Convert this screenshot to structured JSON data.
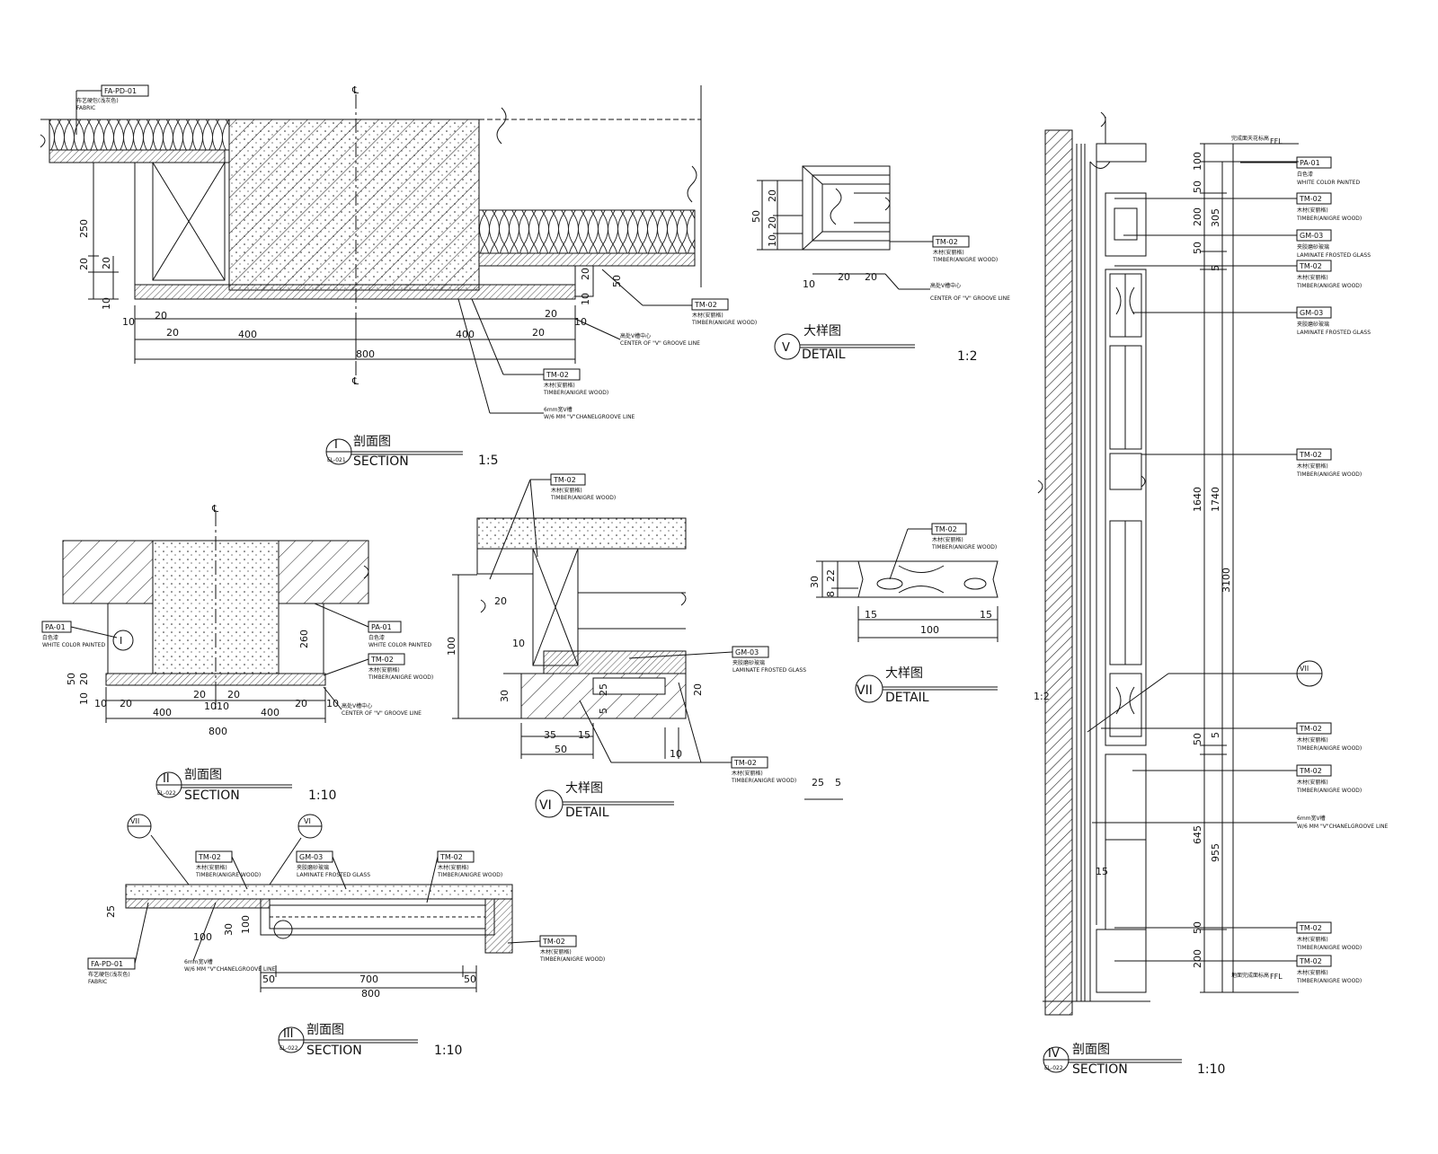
{
  "titles": {
    "s1": {
      "roman": "I",
      "ref": "EL-021",
      "cn": "剖面图",
      "en": "SECTION",
      "scale": "1:5"
    },
    "s2": {
      "roman": "II",
      "ref": "EL-022",
      "cn": "剖面图",
      "en": "SECTION",
      "scale": "1:10"
    },
    "s3": {
      "roman": "III",
      "ref": "EL-022",
      "cn": "剖面图",
      "en": "SECTION",
      "scale": "1:10"
    },
    "s4": {
      "roman": "IV",
      "ref": "EL-022",
      "cn": "剖面图",
      "en": "SECTION",
      "scale": "1:10"
    },
    "d5": {
      "roman": "V",
      "cn": "大样图",
      "en": "DETAIL",
      "scale": "1:2"
    },
    "d6": {
      "roman": "VI",
      "cn": "大样图",
      "en": "DETAIL"
    },
    "d7": {
      "roman": "VII",
      "cn": "大样图",
      "en": "DETAIL"
    }
  },
  "tags": {
    "fapd": "FA-PD-01",
    "tm": "TM-02",
    "pa": "PA-01",
    "gm": "GM-03"
  },
  "notes": {
    "fabric_cn": "布艺硬包(浅灰色)",
    "fabric_en": "FABRIC",
    "timber_cn": "木材(安丽格)",
    "timber_en": "TIMBER(ANIGRE WOOD)",
    "white_cn": "白色漆",
    "white_en": "WHITE COLOR PAINTED",
    "glass_cn": "夹胶磨砂玻璃",
    "glass_en": "LAMINATE FROSTED GLASS",
    "groove_cn": "6mm宽V槽",
    "groove_en": "W/6 MM \"V\"CHANELGROOVE LINE",
    "center_cn": "高处V槽中心",
    "center_en": "CENTER OF \"V\" GROOVE LINE",
    "ffl": "FFL",
    "ffl_top_cn": "完成面天花标高",
    "ffl_bot_cn": "地面完成面标高",
    "cl": "℄"
  },
  "dims": {
    "s1": {
      "d250": "250",
      "d20a": "20",
      "d20b": "20",
      "d10a": "10",
      "d10b": "10",
      "d20c": "20",
      "d20d": "20",
      "d400a": "400",
      "d400b": "400",
      "d800": "800",
      "d20e": "20",
      "d20f": "20",
      "d10c": "10",
      "d20g": "20",
      "d50": "50",
      "d10d": "10"
    },
    "s2": {
      "d50": "50",
      "d20": "20",
      "d10": "10",
      "d260": "260",
      "d10a": "10",
      "d20a": "20",
      "d400a": "400",
      "d20b": "20",
      "d10b": "10",
      "d10c": "10",
      "d20c": "20",
      "d400b": "400",
      "d20d": "20",
      "d10d": "10",
      "d800": "800"
    },
    "s3": {
      "d25": "25",
      "d100": "100",
      "d30": "30",
      "d100b": "100",
      "d50a": "50",
      "d700": "700",
      "d50b": "50",
      "d800": "800"
    },
    "s4": {
      "d100": "100",
      "d50a": "50",
      "d200a": "200",
      "d305": "305",
      "d50b": "50",
      "d5a": "5",
      "d1640": "1640",
      "d1740": "1740",
      "d3100": "3100",
      "d50c": "50",
      "d5b": "5",
      "d645": "645",
      "d955": "955",
      "d15": "15",
      "d50d": "50",
      "d200b": "200",
      "d12": "1:2"
    },
    "d5": {
      "d50": "50",
      "d20a": "20",
      "d20b": "20",
      "d10": "10",
      "d10b": "10",
      "d20c": "20",
      "d20d": "20"
    },
    "d6": {
      "d20": "20",
      "d10": "10",
      "d100": "100",
      "d30": "30",
      "d25": "25",
      "d20b": "20",
      "d5": "5",
      "d35": "35",
      "d15": "15",
      "d50": "50",
      "d10b": "10",
      "d25b": "25",
      "d5b": "5"
    },
    "d7": {
      "d30": "30",
      "d22": "22",
      "d8": "8",
      "d15a": "15",
      "d15b": "15",
      "d100": "100"
    }
  }
}
